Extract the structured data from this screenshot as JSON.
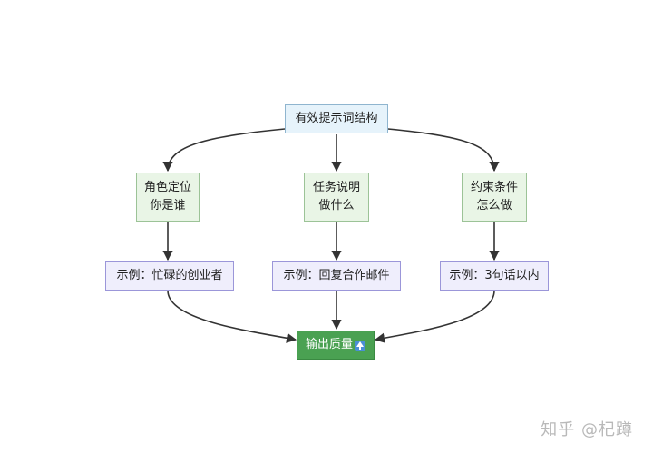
{
  "root": {
    "label": "有效提示词结构"
  },
  "categories": [
    {
      "line1": "角色定位",
      "line2": "你是谁"
    },
    {
      "line1": "任务说明",
      "line2": "做什么"
    },
    {
      "line1": "约束条件",
      "line2": "怎么做"
    }
  ],
  "examples": [
    {
      "label": "示例：忙碌的创业者"
    },
    {
      "label": "示例：回复合作邮件"
    },
    {
      "label": "示例：3句话以内"
    }
  ],
  "output": {
    "label": "输出质量",
    "icon": "up-arrow-icon"
  },
  "watermark": {
    "text": "知乎 @杞蹲"
  },
  "colors": {
    "root_fill": "#e6f3fb",
    "category_fill": "#e9f5e6",
    "example_fill": "#efeefc",
    "output_fill": "#4aa152",
    "edge": "#333333"
  }
}
